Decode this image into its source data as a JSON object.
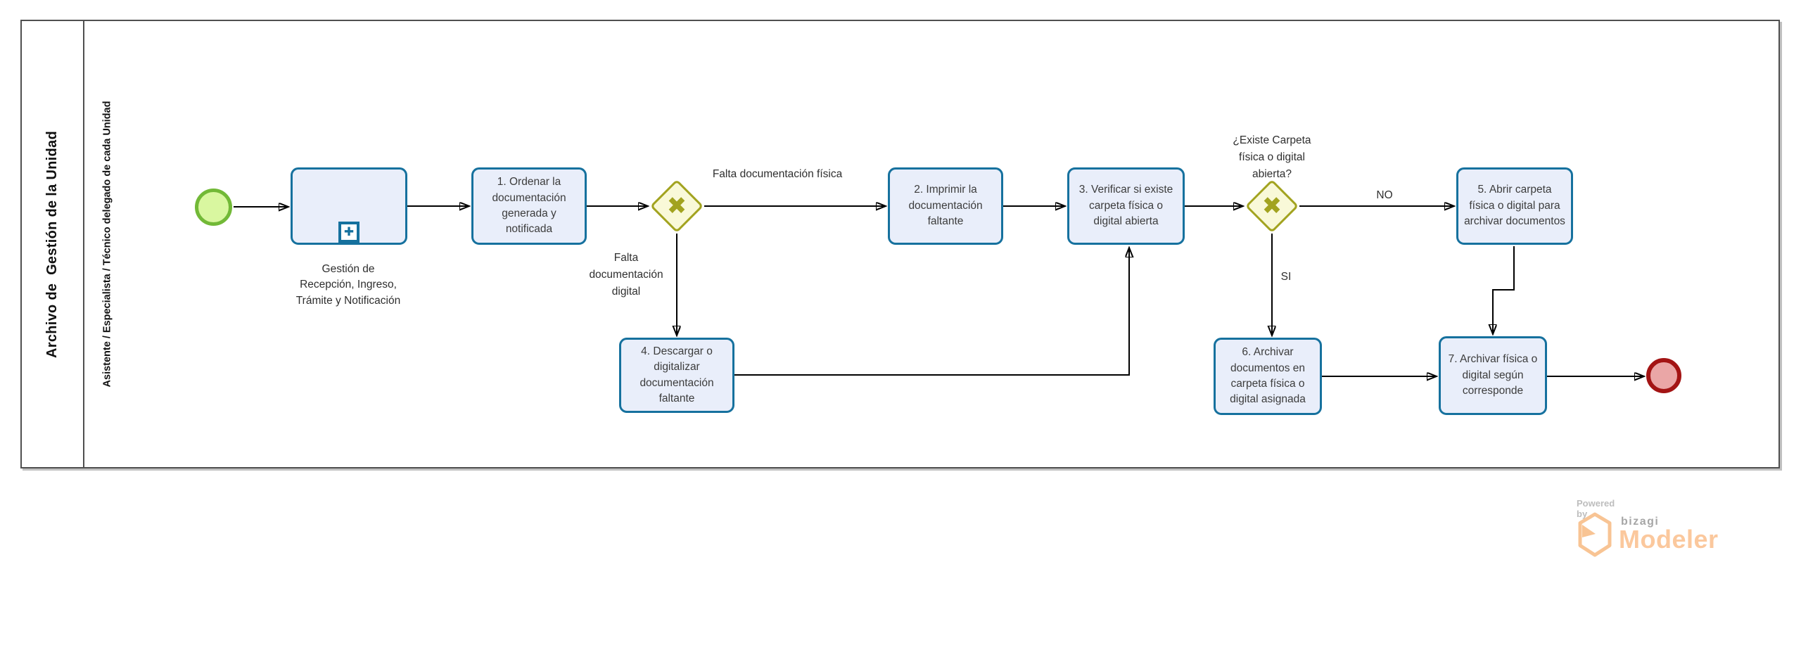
{
  "diagram": {
    "pool_title": "Archivo de  Gestión de la Unidad",
    "lane_label": "Asistente / Especialista / Técnico delegado de cada Unidad"
  },
  "nodes": {
    "subprocess": "Gestión de Recepción, Ingreso, Trámite y Notificación",
    "task1": "1. Ordenar la documentación generada y notificada",
    "task2": "2. Imprimir la documentación faltante",
    "task3": "3. Verificar si existe carpeta física o digital abierta",
    "task4": "4. Descargar o digitalizar documentación faltante",
    "task5": "5. Abrir carpeta física o digital para archivar documentos",
    "task6": "6. Archivar documentos en carpeta física o digital asignada",
    "task7": "7. Archivar física o digital según corresponde"
  },
  "edge_labels": {
    "falta_fisica": "Falta documentación física",
    "falta_digital": "Falta documentación digital",
    "gateway_question": "¿Existe Carpeta física o digital abierta?",
    "no": "NO",
    "si": "SI"
  },
  "icons": {
    "gateway_x": "✖",
    "subprocess_plus": "✚"
  },
  "branding": {
    "powered_by": "Powered by",
    "brand": "bizagi",
    "product": "Modeler"
  },
  "colors": {
    "task_fill": "#e9eefa",
    "task_border": "#16719e",
    "gateway_fill": "#f9f9d8",
    "gateway_border": "#a2a31f",
    "start_fill": "#d9f7a0",
    "start_border": "#72b937",
    "end_fill": "#eaa6a6",
    "end_border": "#a31414",
    "flow_line": "#000000",
    "brand_orange": "#fbc89d",
    "brand_gray": "#a6a6a6"
  }
}
